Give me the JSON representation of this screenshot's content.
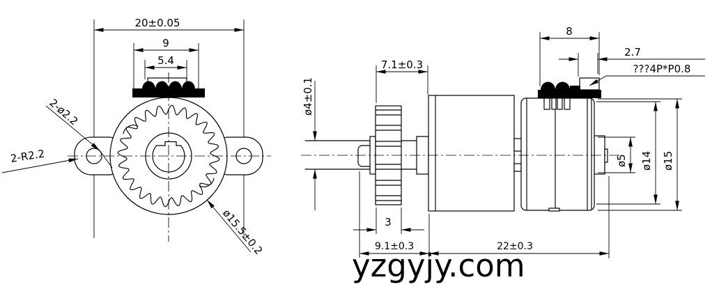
{
  "watermark": {
    "text": "yzgyjy.com"
  },
  "colors": {
    "line": "#000000",
    "background": "#ffffff"
  },
  "front_view": {
    "dim_mount_hole_span": "20±0.05",
    "dim_worm_length": "9",
    "dim_worm_tooth_length": "5.4",
    "label_mount_holes": "2-ø2.2",
    "label_ear_radius": "2-R2.2",
    "label_body_diameter": "ø15.5±0.2"
  },
  "side_view": {
    "dim_gear_to_face": "7.1±0.3",
    "dim_shaft_diameter": "ø4±0.1",
    "dim_worm_length": "8",
    "dim_worm_tip": "2.7",
    "label_worm_spec": "???4P*P0.8",
    "dim_gear_thickness": "3",
    "dim_shaft_length": "9.1±0.3",
    "dim_body_length": "22±0.3",
    "dim_boss_diameter": "ø5",
    "dim_can_diameter": "ø14",
    "dim_cap_diameter": "ø15"
  }
}
